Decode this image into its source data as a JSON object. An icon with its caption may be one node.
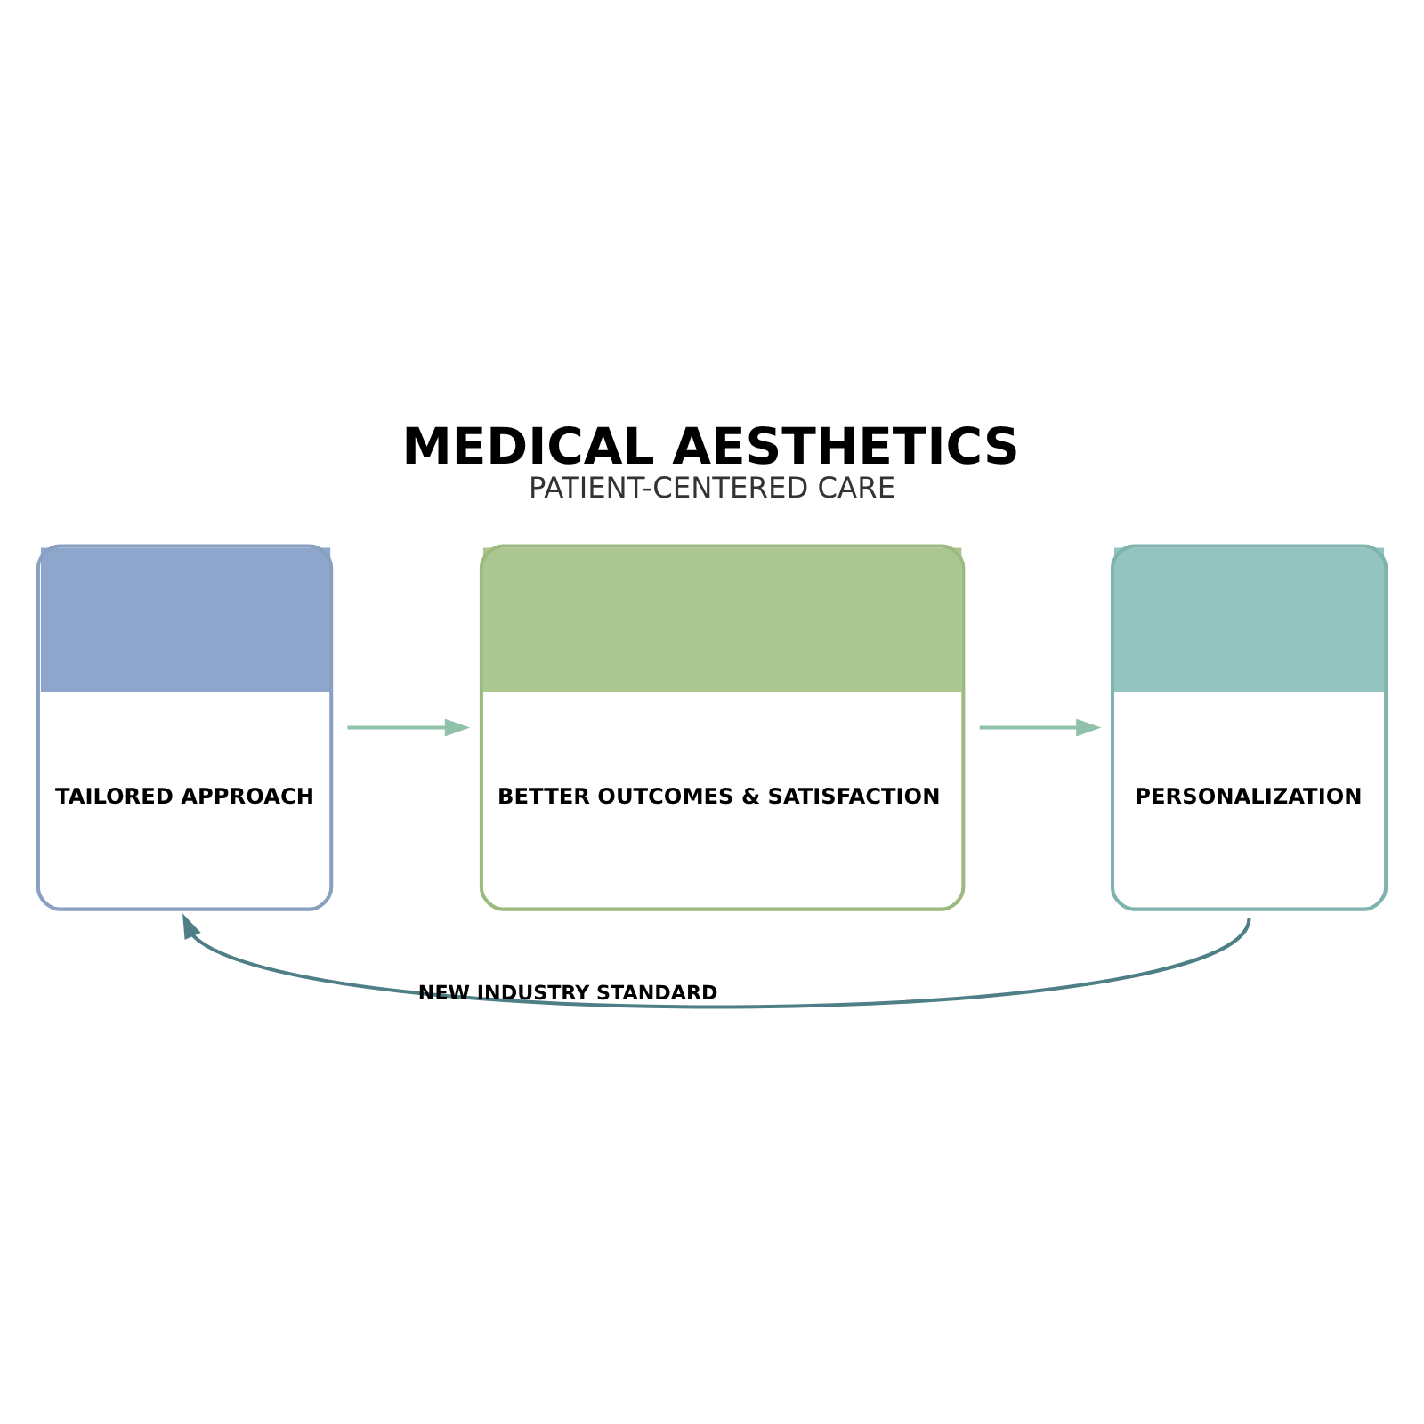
{
  "diagram": {
    "title": "MEDICAL AESTHETICS",
    "nodes": [
      {
        "text": [
          "TAILORED APPROACH"
        ]
      },
      {
        "text": [
          "BETTER OUTCOMES & SATISFACTION"
        ]
      },
      {
        "text": [
          "PERSONALIZATION"
        ]
      }
    ],
    "edges": [
      {
        "from": 0,
        "to": 1,
        "arrow": "to"
      },
      {
        "from": 1,
        "to": 2,
        "arrow": "to"
      },
      {
        "from": 2,
        "to": 0,
        "arrow": "to",
        "label": "NEW INDUSTRY STANDARD",
        "color": "#4f7f86"
      }
    ],
    "labels": [
      "PATIENT-CENTERED CARE"
    ]
  }
}
